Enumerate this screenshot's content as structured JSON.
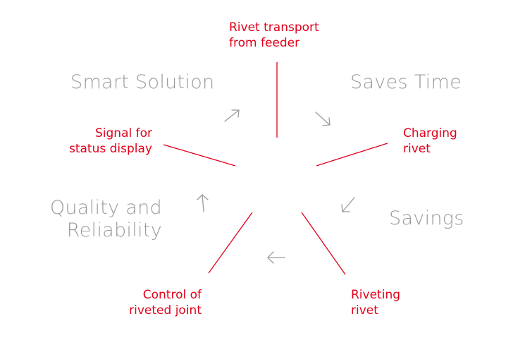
{
  "steps": {
    "rivet_transport": [
      "Rivet transport",
      "from feeder"
    ],
    "charging_rivet": [
      "Charging",
      "rivet"
    ],
    "riveting_rivet": [
      "Riveting",
      "rivet"
    ],
    "control_joint": [
      "Control of",
      "riveted joint"
    ],
    "signal_status": [
      "Signal for",
      "status display"
    ]
  },
  "benefits": {
    "smart_solution": [
      "Smart Solution"
    ],
    "saves_time": [
      "Saves Time"
    ],
    "savings": [
      "Savings"
    ],
    "quality_reliability": [
      "Quality and",
      "Reliability"
    ]
  },
  "colors": {
    "accent": "#e2001a",
    "benefit_text": "#9b9b9b",
    "arrow": "#9b9b9b"
  },
  "icons": [
    "arrow-up-right-icon",
    "arrow-down-right-icon",
    "arrow-down-left-icon",
    "arrow-left-icon",
    "arrow-up-icon"
  ]
}
